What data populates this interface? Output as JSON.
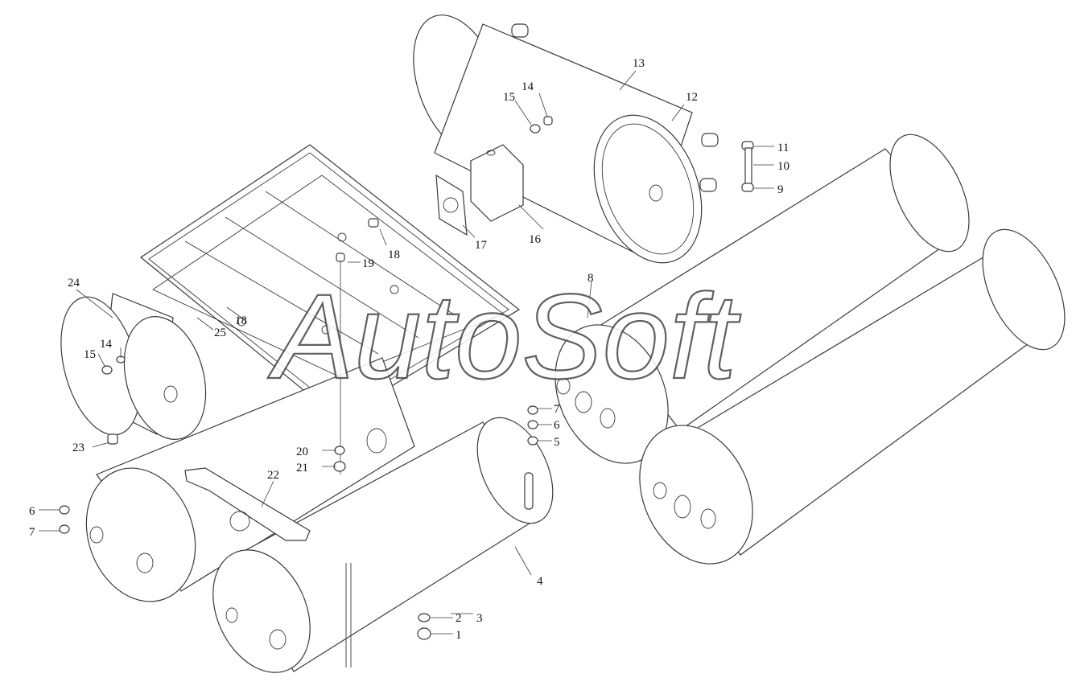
{
  "watermark": "AutoSoft",
  "callouts": {
    "c1": "1",
    "c2": "2",
    "c3": "3",
    "c4": "4",
    "c5": "5",
    "c6a": "6",
    "c6b": "6",
    "c7a": "7",
    "c7b": "7",
    "c8": "8",
    "c9": "9",
    "c10": "10",
    "c11": "11",
    "c12": "12",
    "c13": "13",
    "c14a": "14",
    "c14b": "14",
    "c15a": "15",
    "c15b": "15",
    "c16": "16",
    "c17": "17",
    "c18a": "18",
    "c18b": "18",
    "c19": "19",
    "c20": "20",
    "c21": "21",
    "c22": "22",
    "c23": "23",
    "c24": "24",
    "c25": "25"
  }
}
